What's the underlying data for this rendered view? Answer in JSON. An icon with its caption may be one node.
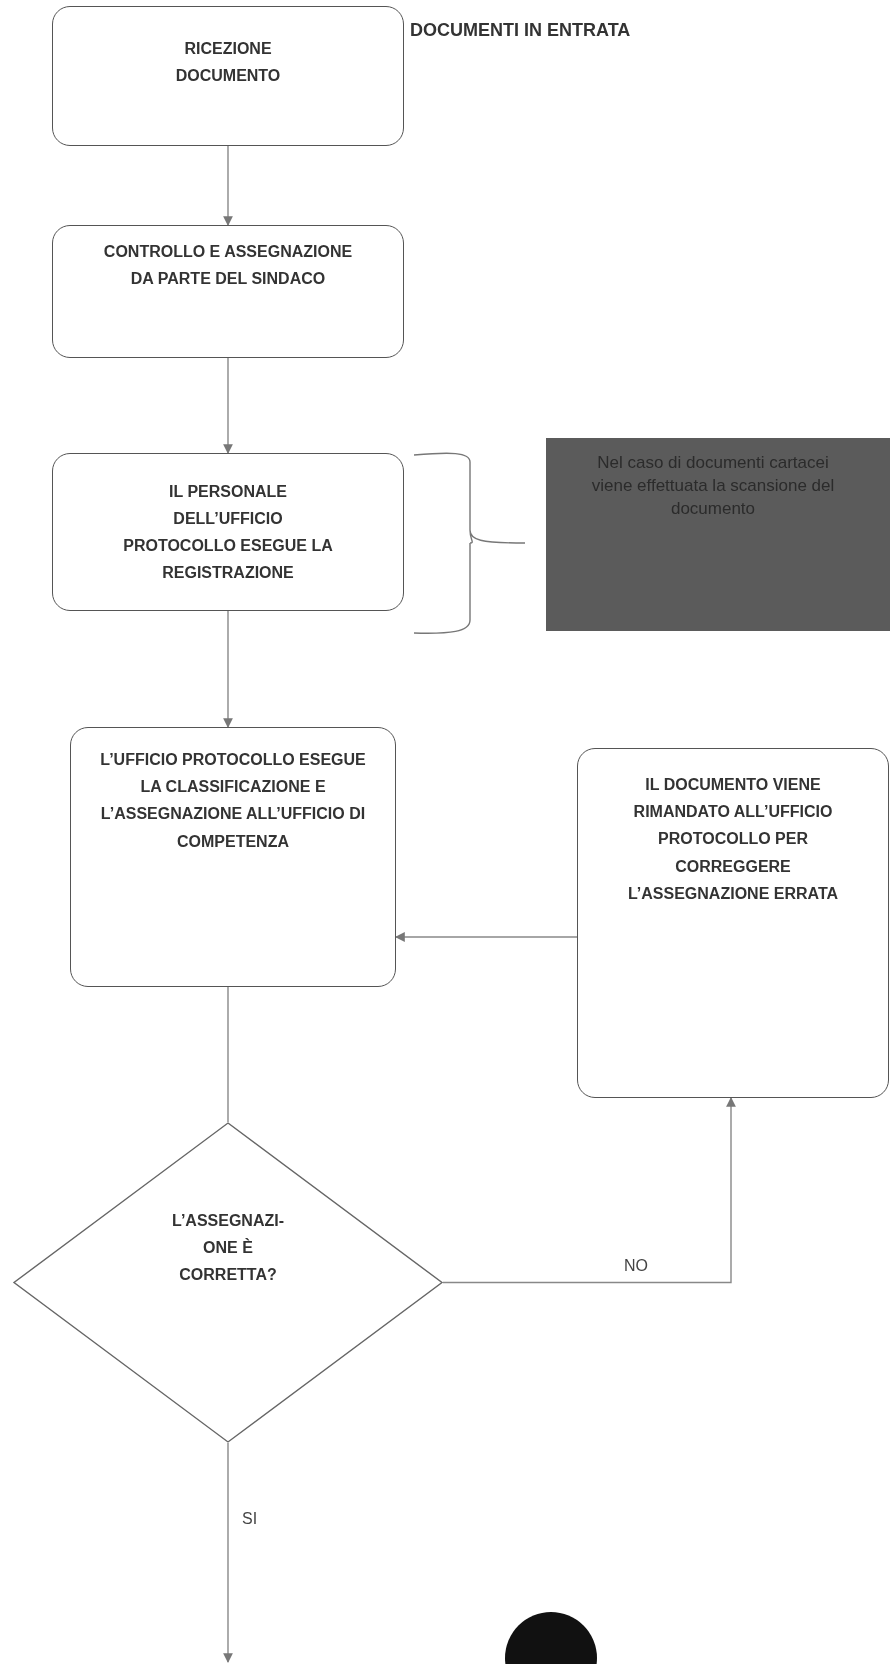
{
  "diagram": {
    "title": "DOCUMENTI IN ENTRATA",
    "nodes": [
      {
        "text": [
          "RICEZIONE DOCUMENTO"
        ]
      },
      {
        "text": [
          "CONTROLLO E ASSEGNAZIONE DA PARTE DEL SINDACO"
        ]
      },
      {
        "text": [
          "IL PERSONALE DELL’UFFICIO PROTOCOLLO ESEGUE LA REGISTRAZIONE"
        ]
      },
      {
        "text": [
          "Nel caso di documenti cartacei viene effettuata la scansione del documento"
        ]
      },
      {
        "text": [
          "L’UFFICIO PROTOCOLLO ESEGUE LA CLASSIFICAZIONE E L’ASSEGNAZIONE ALL’UFFICIO DI COMPETENZA"
        ]
      },
      {
        "text": [
          "IL DOCUMENTO VIENE RIMANDATO ALL’UFFICIO PROTOCOLLO PER CORREGGERE L’ASSEGNAZIONE ERRATA"
        ]
      },
      {
        "text": [
          "L’ASSEGNAZI- ONE È CORRETTA?"
        ]
      },
      {
        "text": [],
        "shape": "circle"
      }
    ],
    "edges": [
      {
        "from": 0,
        "to": 1,
        "arrow": "to"
      },
      {
        "from": 1,
        "to": 2,
        "arrow": "to"
      },
      {
        "from": 2,
        "to": 4,
        "arrow": "to"
      },
      {
        "from": 4,
        "to": 6,
        "arrow": "none"
      },
      {
        "from": 6,
        "to": 5,
        "arrow": "to",
        "label": "NO"
      },
      {
        "from": 5,
        "to": 4,
        "arrow": "to"
      },
      {
        "from": 6,
        "to": null,
        "arrow": "to",
        "label": "SI"
      }
    ]
  }
}
